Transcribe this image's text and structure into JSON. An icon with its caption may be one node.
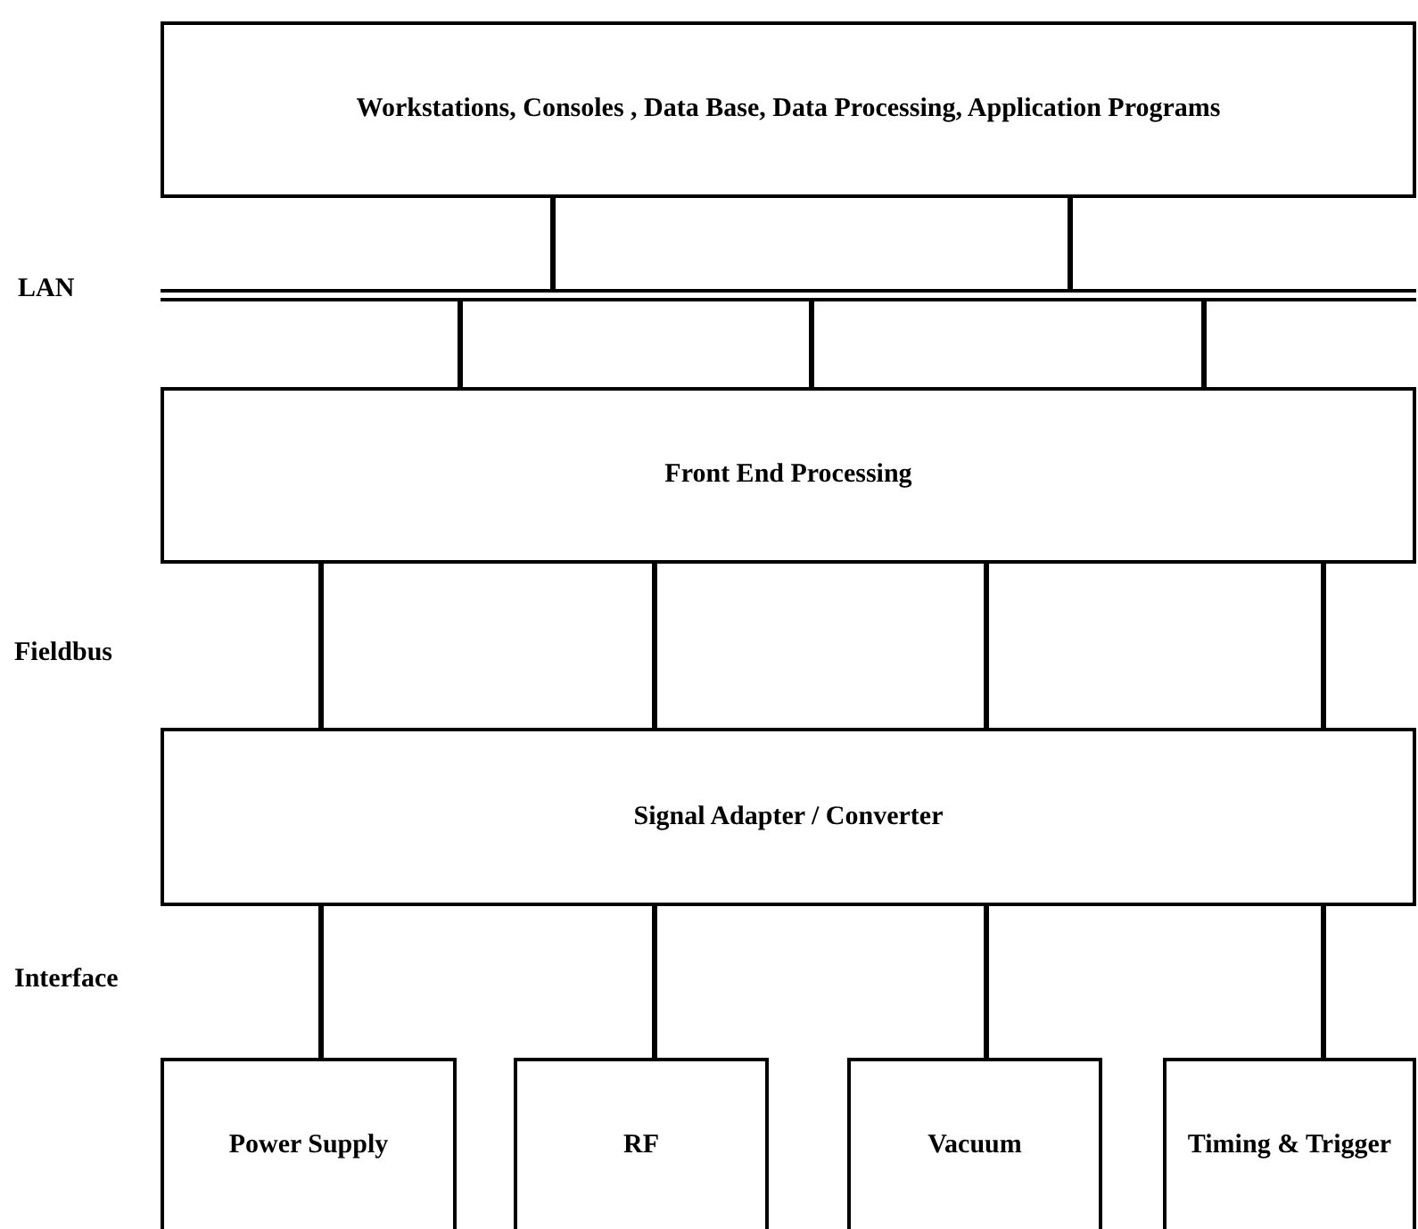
{
  "diagram": {
    "nodes": [
      {
        "text": [
          "Workstations, Consoles , Data Base, Data Processing, Application Programs"
        ]
      },
      {
        "text": [
          "LAN"
        ]
      },
      {
        "text": [
          "Front End Processing"
        ]
      },
      {
        "text": [
          "Signal Adapter / Converter"
        ]
      },
      {
        "text": [
          "Power Supply"
        ]
      },
      {
        "text": [
          "RF"
        ]
      },
      {
        "text": [
          "Vacuum"
        ]
      },
      {
        "text": [
          "Timing & Trigger"
        ]
      }
    ],
    "edges": [
      {
        "from": 0,
        "to": 1,
        "arrow": "none"
      },
      {
        "from": 0,
        "to": 1,
        "arrow": "none"
      },
      {
        "from": 1,
        "to": 2,
        "arrow": "none"
      },
      {
        "from": 1,
        "to": 2,
        "arrow": "none"
      },
      {
        "from": 1,
        "to": 2,
        "arrow": "none"
      },
      {
        "from": 2,
        "to": 3,
        "arrow": "none"
      },
      {
        "from": 2,
        "to": 3,
        "arrow": "none"
      },
      {
        "from": 2,
        "to": 3,
        "arrow": "none"
      },
      {
        "from": 2,
        "to": 3,
        "arrow": "none"
      },
      {
        "from": 3,
        "to": 4,
        "arrow": "none"
      },
      {
        "from": 3,
        "to": 5,
        "arrow": "none"
      },
      {
        "from": 3,
        "to": 6,
        "arrow": "none"
      },
      {
        "from": 3,
        "to": 7,
        "arrow": "none"
      }
    ],
    "labels": [
      "Fieldbus",
      "Interface"
    ]
  }
}
